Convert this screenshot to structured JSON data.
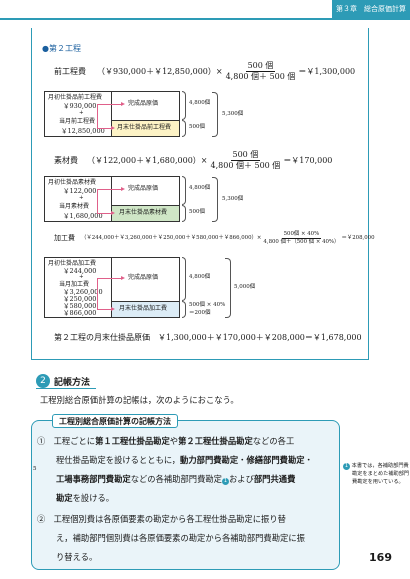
{
  "header": {
    "chapter": "第３章　総合原価計算"
  },
  "process2": {
    "heading": "●第２工程",
    "f1": {
      "label": "前工程費",
      "lhs": "（￥930,000＋￥12,850,000）×",
      "num": "500 個",
      "den": "4,800 個＋ 500 個",
      "rhs": "＝￥1,300,000"
    },
    "box1": {
      "l1": "月初仕掛品前工程費",
      "l2": "￥930,000",
      "plus": "+",
      "l3": "当月前工程費",
      "l4": "￥12,850,000",
      "r1": "完成品原価",
      "r2": "月末仕掛品前工程費",
      "n1": "4,800個",
      "n2": "500個",
      "total": "5,300個"
    },
    "f2": {
      "label": "素材費",
      "lhs": "（￥122,000＋￥1,680,000）×",
      "num": "500 個",
      "den": "4,800 個＋ 500 個",
      "rhs": "＝￥170,000"
    },
    "box2": {
      "l1": "月初仕掛品素材費",
      "l2": "￥122,000",
      "plus": "+",
      "l3": "当月素材費",
      "l4": "￥1,680,000",
      "r1": "完成品原価",
      "r2": "月末仕掛品素材費",
      "n1": "4,800個",
      "n2": "500個",
      "total": "5,300個"
    },
    "f3": {
      "label": "加工費",
      "lhs": "（￥244,000＋￥3,260,000＋￥250,000＋￥580,000＋￥866,000）×",
      "num": "500個 × 40%",
      "den": "4,800 個＋（500 個 × 40%）",
      "rhs": "＝￥208,000"
    },
    "box3": {
      "l1": "月初仕掛品加工費",
      "l2": "￥244,000",
      "plus": "+",
      "l3": "当月加工費",
      "l4": "￥3,260,000",
      "l5": "￥250,000",
      "l6": "￥580,000",
      "l7": "￥866,000",
      "r1": "完成品原価",
      "r2": "月末仕掛品加工費",
      "n1": "4,800個",
      "n2a": "500個 × 40%",
      "n2b": "＝200個",
      "total": "5,000個"
    },
    "result": "第２工程の月末仕掛品原価　￥1,300,000＋￥170,000＋￥208,000＝￥1,678,000"
  },
  "section": {
    "num": "2",
    "title": "記帳方法",
    "intro": "工程別総合原価計算の記帳は，次のようにおこなう。",
    "rule_head": "工程別総合原価計算の記帳方法",
    "item1_lines": [
      [
        "①　工程ごとに",
        "第１工程仕掛品勘定",
        "や",
        "第２工程仕掛品勘定",
        "などの各工"
      ],
      [
        "程仕掛品勘定を設けるとともに，",
        "動力部門費勘定",
        "・",
        "修繕部門費勘定",
        "・"
      ],
      [
        "",
        "工場事務部門費勘定",
        "などの各補助部門費勘定",
        "",
        "および",
        "部門共通費",
        ""
      ],
      [
        "勘定",
        "を設ける。"
      ]
    ],
    "item2_lines": [
      "②　工程個別費は各原価要素の勘定から各工程仕掛品勘定に振り替",
      "え，補助部門個別費は各原価要素の勘定から各補助部門費勘定に振",
      "り替える。"
    ],
    "note_num": "1",
    "note_lines": [
      "本書では，各補助部門費",
      "勘定をまとめた補助部門",
      "費勘定を用いている。"
    ],
    "margin_mark": "5"
  },
  "page_number": "169"
}
